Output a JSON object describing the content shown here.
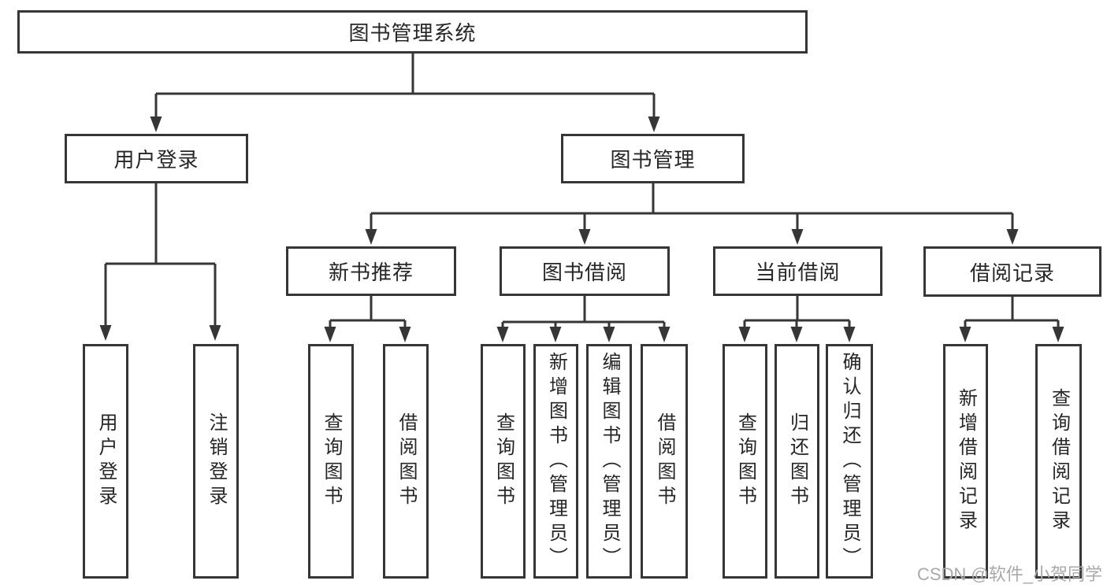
{
  "diagram": {
    "root": "图书管理系统",
    "branches": [
      {
        "label": "用户登录",
        "children": [
          {
            "label": "用户登录"
          },
          {
            "label": "注销登录"
          }
        ]
      },
      {
        "label": "图书管理",
        "children": [
          {
            "label": "新书推荐",
            "children": [
              {
                "label": "查询图书"
              },
              {
                "label": "借阅图书"
              }
            ]
          },
          {
            "label": "图书借阅",
            "children": [
              {
                "label": "查询图书"
              },
              {
                "label": "新增图书（管理员）"
              },
              {
                "label": "编辑图书（管理员）"
              },
              {
                "label": "借阅图书"
              }
            ]
          },
          {
            "label": "当前借阅",
            "children": [
              {
                "label": "查询图书"
              },
              {
                "label": "归还图书"
              },
              {
                "label": "确认归还（管理员）"
              }
            ]
          },
          {
            "label": "借阅记录",
            "children": [
              {
                "label": "新增借阅记录"
              },
              {
                "label": "查询借阅记录"
              }
            ]
          }
        ]
      }
    ]
  },
  "watermark": {
    "text": "CSDN @软件_小贺同学"
  },
  "colors": {
    "line": "#363636",
    "text": "#262626",
    "watermark": "#a9a9a9",
    "background": "#ffffff"
  }
}
